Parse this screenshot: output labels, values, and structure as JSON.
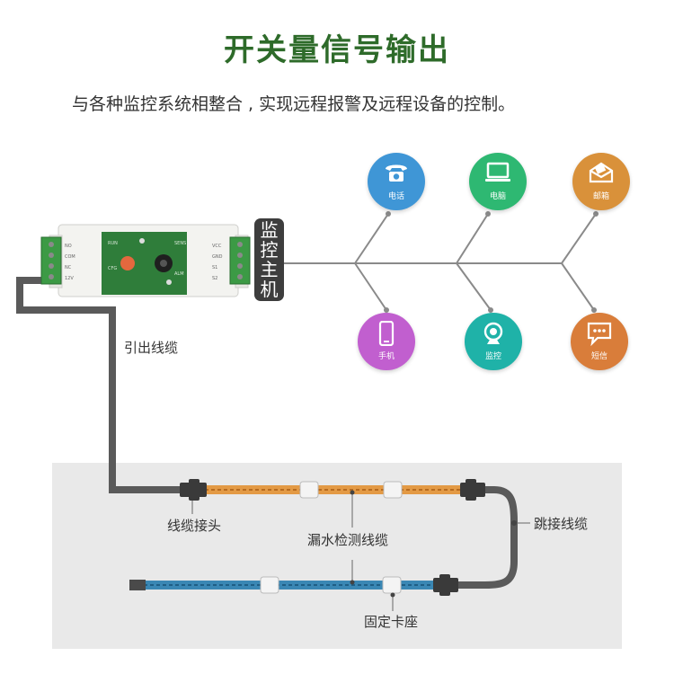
{
  "header": {
    "title": "开关量信号输出",
    "subtitle": "与各种监控系统相整合 , 实现远程报警及远程设备的控制。"
  },
  "host": {
    "label_chars": [
      "监",
      "控",
      "主",
      "机"
    ]
  },
  "channels": [
    {
      "label": "电话",
      "color": "#3f96d6",
      "icon": "telephone-icon"
    },
    {
      "label": "电脑",
      "color": "#2eb872",
      "icon": "computer-icon"
    },
    {
      "label": "邮箱",
      "color": "#d9913a",
      "icon": "mail-icon"
    },
    {
      "label": "手机",
      "color": "#c15fcf",
      "icon": "mobile-phone-icon"
    },
    {
      "label": "监控",
      "color": "#1fb2a8",
      "icon": "surveillance-camera-icon"
    },
    {
      "label": "短信",
      "color": "#d97d3a",
      "icon": "sms-icon"
    }
  ],
  "callouts": {
    "lead_cable": "引出线缆",
    "connector": "线缆接头",
    "sensing_cable": "漏水检测线缆",
    "jumper_cable": "跳接线缆",
    "mount_clip": "固定卡座"
  },
  "module": {
    "left_terminal_labels": [
      "NO",
      "COM",
      "NC",
      "12V"
    ],
    "right_terminal_labels": [
      "VCC",
      "GND",
      "S1",
      "S2"
    ],
    "board_labels": [
      "RUN",
      "CFG",
      "SENS",
      "ALM"
    ]
  },
  "colors": {
    "title": "#2e6b2a",
    "cable_gray": "#5a5a5a",
    "sensing_orange": "#e39a45",
    "sensing_blue": "#3a87b4",
    "board_green": "#2f7d3a"
  }
}
